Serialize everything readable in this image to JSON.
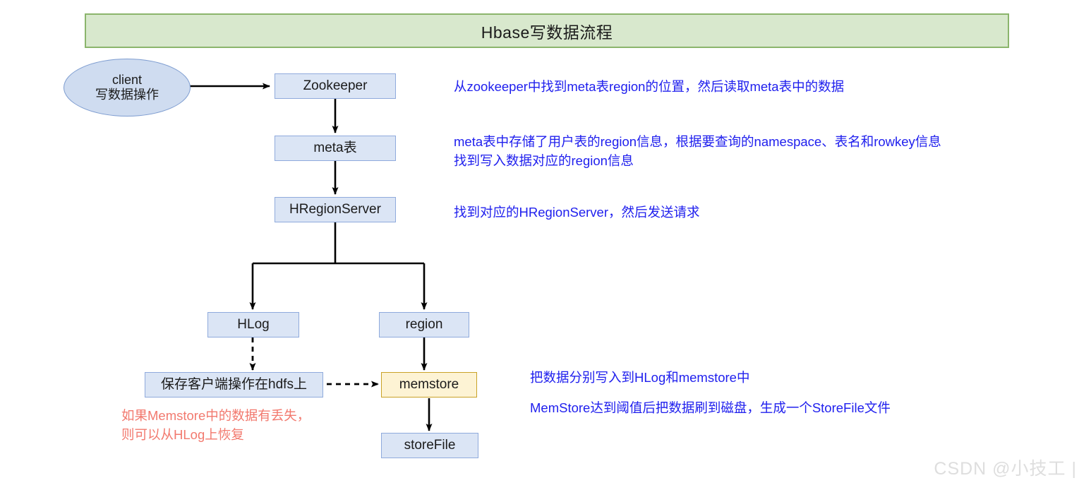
{
  "title": {
    "text": "Hbase写数据流程",
    "fill": "#d8e8cd",
    "border": "#8bb56c"
  },
  "nodes": {
    "client": {
      "line1": "client",
      "line2": "写数据操作"
    },
    "zookeeper": {
      "label": "Zookeeper"
    },
    "meta": {
      "label": "meta表"
    },
    "hregionserver": {
      "label": "HRegionServer"
    },
    "hlog": {
      "label": "HLog"
    },
    "region": {
      "label": "region"
    },
    "hdfs_save": {
      "label": "保存客户端操作在hdfs上"
    },
    "memstore": {
      "label": "memstore"
    },
    "storefile": {
      "label": "storeFile"
    }
  },
  "annotations": {
    "zookeeper_note": {
      "line1": "从zookeeper中找到meta表region的位置，然后读取meta表中的数据"
    },
    "meta_note": {
      "line1": "meta表中存储了用户表的region信息，根据要查询的namespace、表名和rowkey信息",
      "line2": "找到写入数据对应的region信息"
    },
    "hregionserver_note": {
      "line1": "找到对应的HRegionServer，然后发送请求"
    },
    "write_note": {
      "line1": "把数据分别写入到HLog和memstore中"
    },
    "flush_note": {
      "line1": "MemStore达到阈值后把数据刷到磁盘，生成一个StoreFile文件"
    },
    "recover_note": {
      "line1": "如果Memstore中的数据有丢失，",
      "line2": "则可以从HLog上恢复"
    }
  },
  "colors": {
    "node_fill": "#dbe5f5",
    "node_border": "#8faadc",
    "accent_fill": "#fdf3d4",
    "accent_border": "#c9a227",
    "annotation_blue": "#2020ee",
    "annotation_red": "#f2796e",
    "arrow": "#000000"
  },
  "watermark": {
    "text": "CSDN @小技工 |"
  }
}
